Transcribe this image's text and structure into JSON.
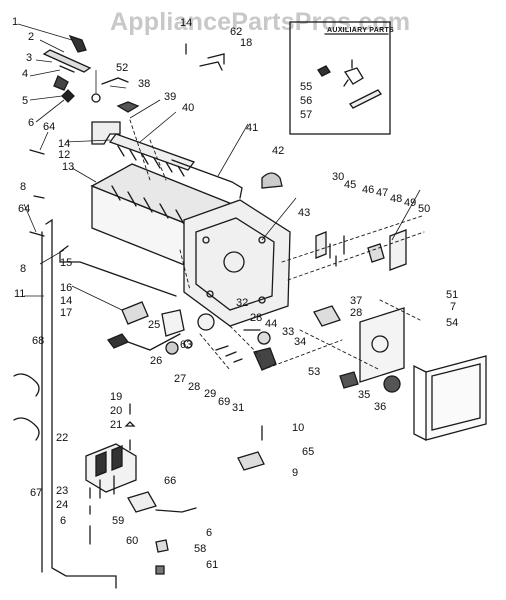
{
  "watermark": "AppliancePartsPros.com",
  "inset_title": "AUXILIARY PARTS",
  "callouts": [
    "1",
    "2",
    "3",
    "4",
    "5",
    "6",
    "14",
    "62",
    "18",
    "52",
    "38",
    "39",
    "40",
    "41",
    "64",
    "14",
    "12",
    "13",
    "8",
    "64",
    "8",
    "16",
    "11",
    "15",
    "14",
    "17",
    "25",
    "63",
    "26",
    "27",
    "28",
    "29",
    "69",
    "31",
    "32",
    "28",
    "44",
    "33",
    "34",
    "42",
    "43",
    "30",
    "45",
    "46",
    "47",
    "48",
    "49",
    "50",
    "37",
    "28",
    "51",
    "7",
    "54",
    "53",
    "35",
    "36",
    "68",
    "19",
    "20",
    "21",
    "22",
    "23",
    "24",
    "6",
    "67",
    "10",
    "65",
    "9",
    "66",
    "59",
    "60",
    "6",
    "58",
    "61",
    "55",
    "56",
    "57"
  ]
}
